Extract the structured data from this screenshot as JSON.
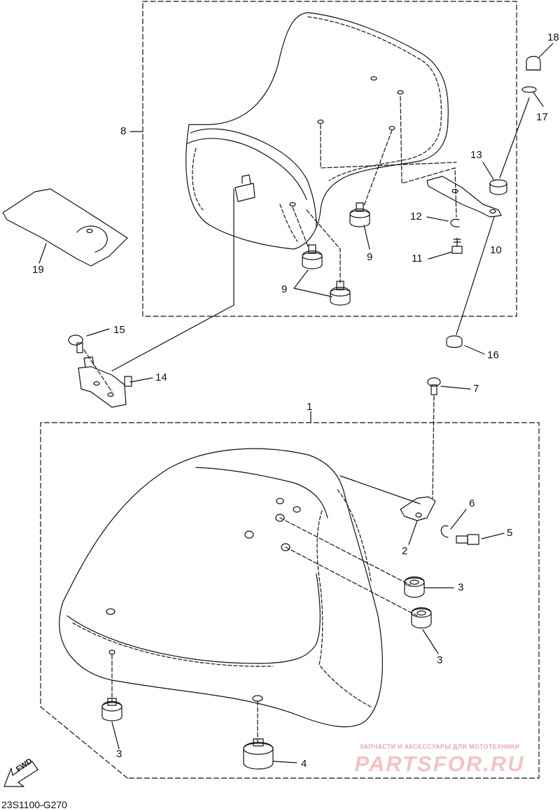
{
  "callouts": {
    "c1": "1",
    "c2": "2",
    "c3a": "3",
    "c3b": "3",
    "c3c": "3",
    "c4": "4",
    "c5": "5",
    "c6": "6",
    "c7": "7",
    "c8": "8",
    "c9a": "9",
    "c9b": "9",
    "c10": "10",
    "c11": "11",
    "c12": "12",
    "c13": "13",
    "c14": "14",
    "c15": "15",
    "c16": "16",
    "c17": "17",
    "c18": "18",
    "c19": "19"
  },
  "diagram_code": "23S1100-G270",
  "fwd_label": "FWD",
  "watermark": {
    "tagline": "ЗАПЧАСТИ И АКСЕССУАРЫ ДЛЯ МОТОТЕХНИКИ",
    "brand": "PARTSFOR.RU"
  },
  "colors": {
    "line": "#111111",
    "watermark": "#f1c4c4"
  }
}
